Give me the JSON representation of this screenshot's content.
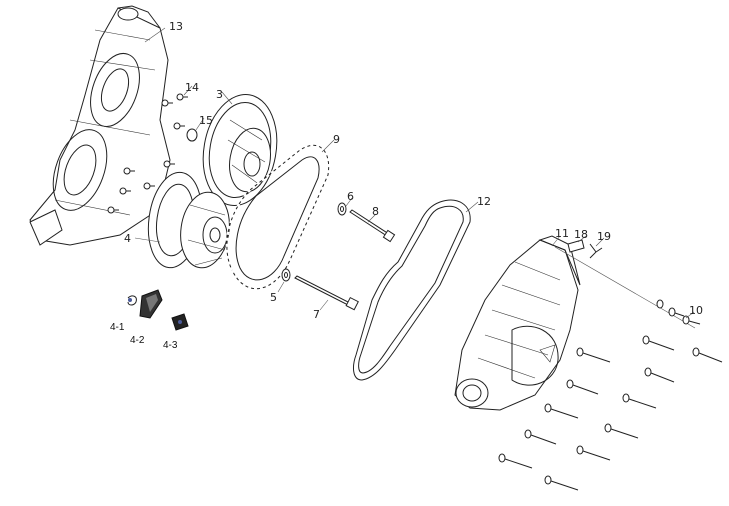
{
  "diagram": {
    "labels": {
      "p1": "13",
      "p2": "14",
      "p3": "3",
      "p4": "15",
      "p5": "9",
      "p6": "6",
      "p7": "8",
      "p8": "12",
      "p9": "4",
      "p10": "5",
      "p11": "7",
      "p12": "11",
      "p13": "18",
      "p14": "19",
      "p15": "10",
      "p16": "4-1",
      "p17": "4-2",
      "p18": "4-3"
    }
  }
}
